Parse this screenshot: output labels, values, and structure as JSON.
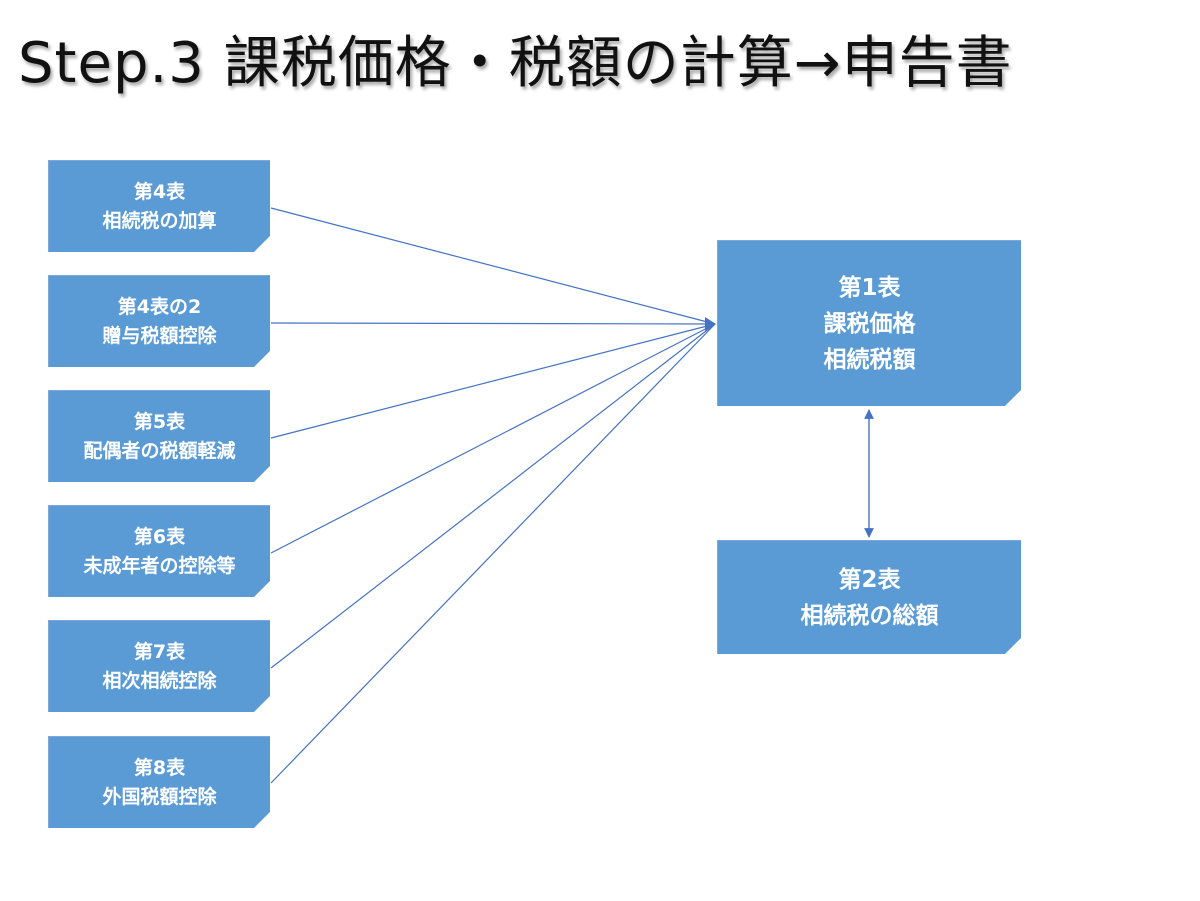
{
  "title": "Step.3 課税価格・税額の計算→申告書",
  "colors": {
    "box": "#5b9bd5",
    "line": "#4472c4",
    "box_text": "#ffffff"
  },
  "source_boxes": [
    {
      "line1": "第4表",
      "line2": "相続税の加算"
    },
    {
      "line1": "第4表の2",
      "line2": "贈与税額控除"
    },
    {
      "line1": "第5表",
      "line2": "配偶者の税額軽減"
    },
    {
      "line1": "第6表",
      "line2": "未成年者の控除等"
    },
    {
      "line1": "第7表",
      "line2": "相次相続控除"
    },
    {
      "line1": "第8表",
      "line2": "外国税額控除"
    }
  ],
  "main_box": {
    "line1": "第1表",
    "line2": "課税価格",
    "line3": "相続税額"
  },
  "total_box": {
    "line1": "第2表",
    "line2": "相続税の総額"
  }
}
